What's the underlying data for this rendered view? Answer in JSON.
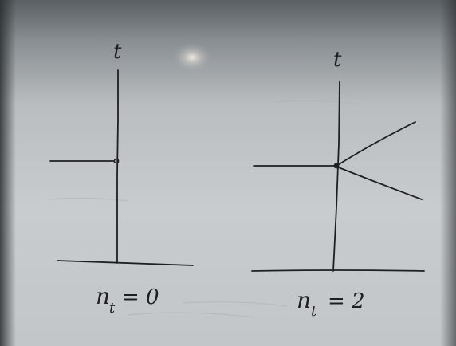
{
  "diagram_left": {
    "axis_label": "t",
    "caption_main": "n",
    "caption_sub": "t",
    "caption_rest": "= 0"
  },
  "diagram_right": {
    "axis_label": "t",
    "caption_main": "n",
    "caption_sub": "t",
    "caption_rest": "= 2"
  },
  "colors": {
    "ink": "#1e1f22",
    "board_light": "#c9cdd0",
    "board_dark": "#555a5e"
  }
}
